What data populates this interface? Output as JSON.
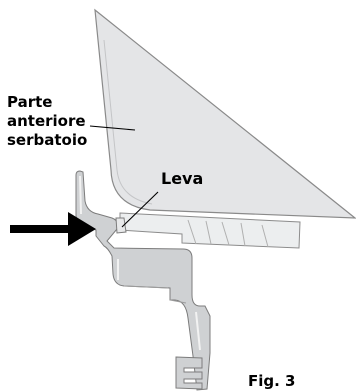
{
  "labels": {
    "tank_front": [
      "Parte",
      "anteriore",
      "serbatoio"
    ],
    "lever": "Leva",
    "figure": "Fig. 3"
  },
  "colors": {
    "tank_fill": "#e4e5e7",
    "tank_edge": "#8a8a8a",
    "lever_fill": "#cfd1d3",
    "lever_edge": "#7c7c7c",
    "arrow": "#000000",
    "text": "#000000"
  }
}
